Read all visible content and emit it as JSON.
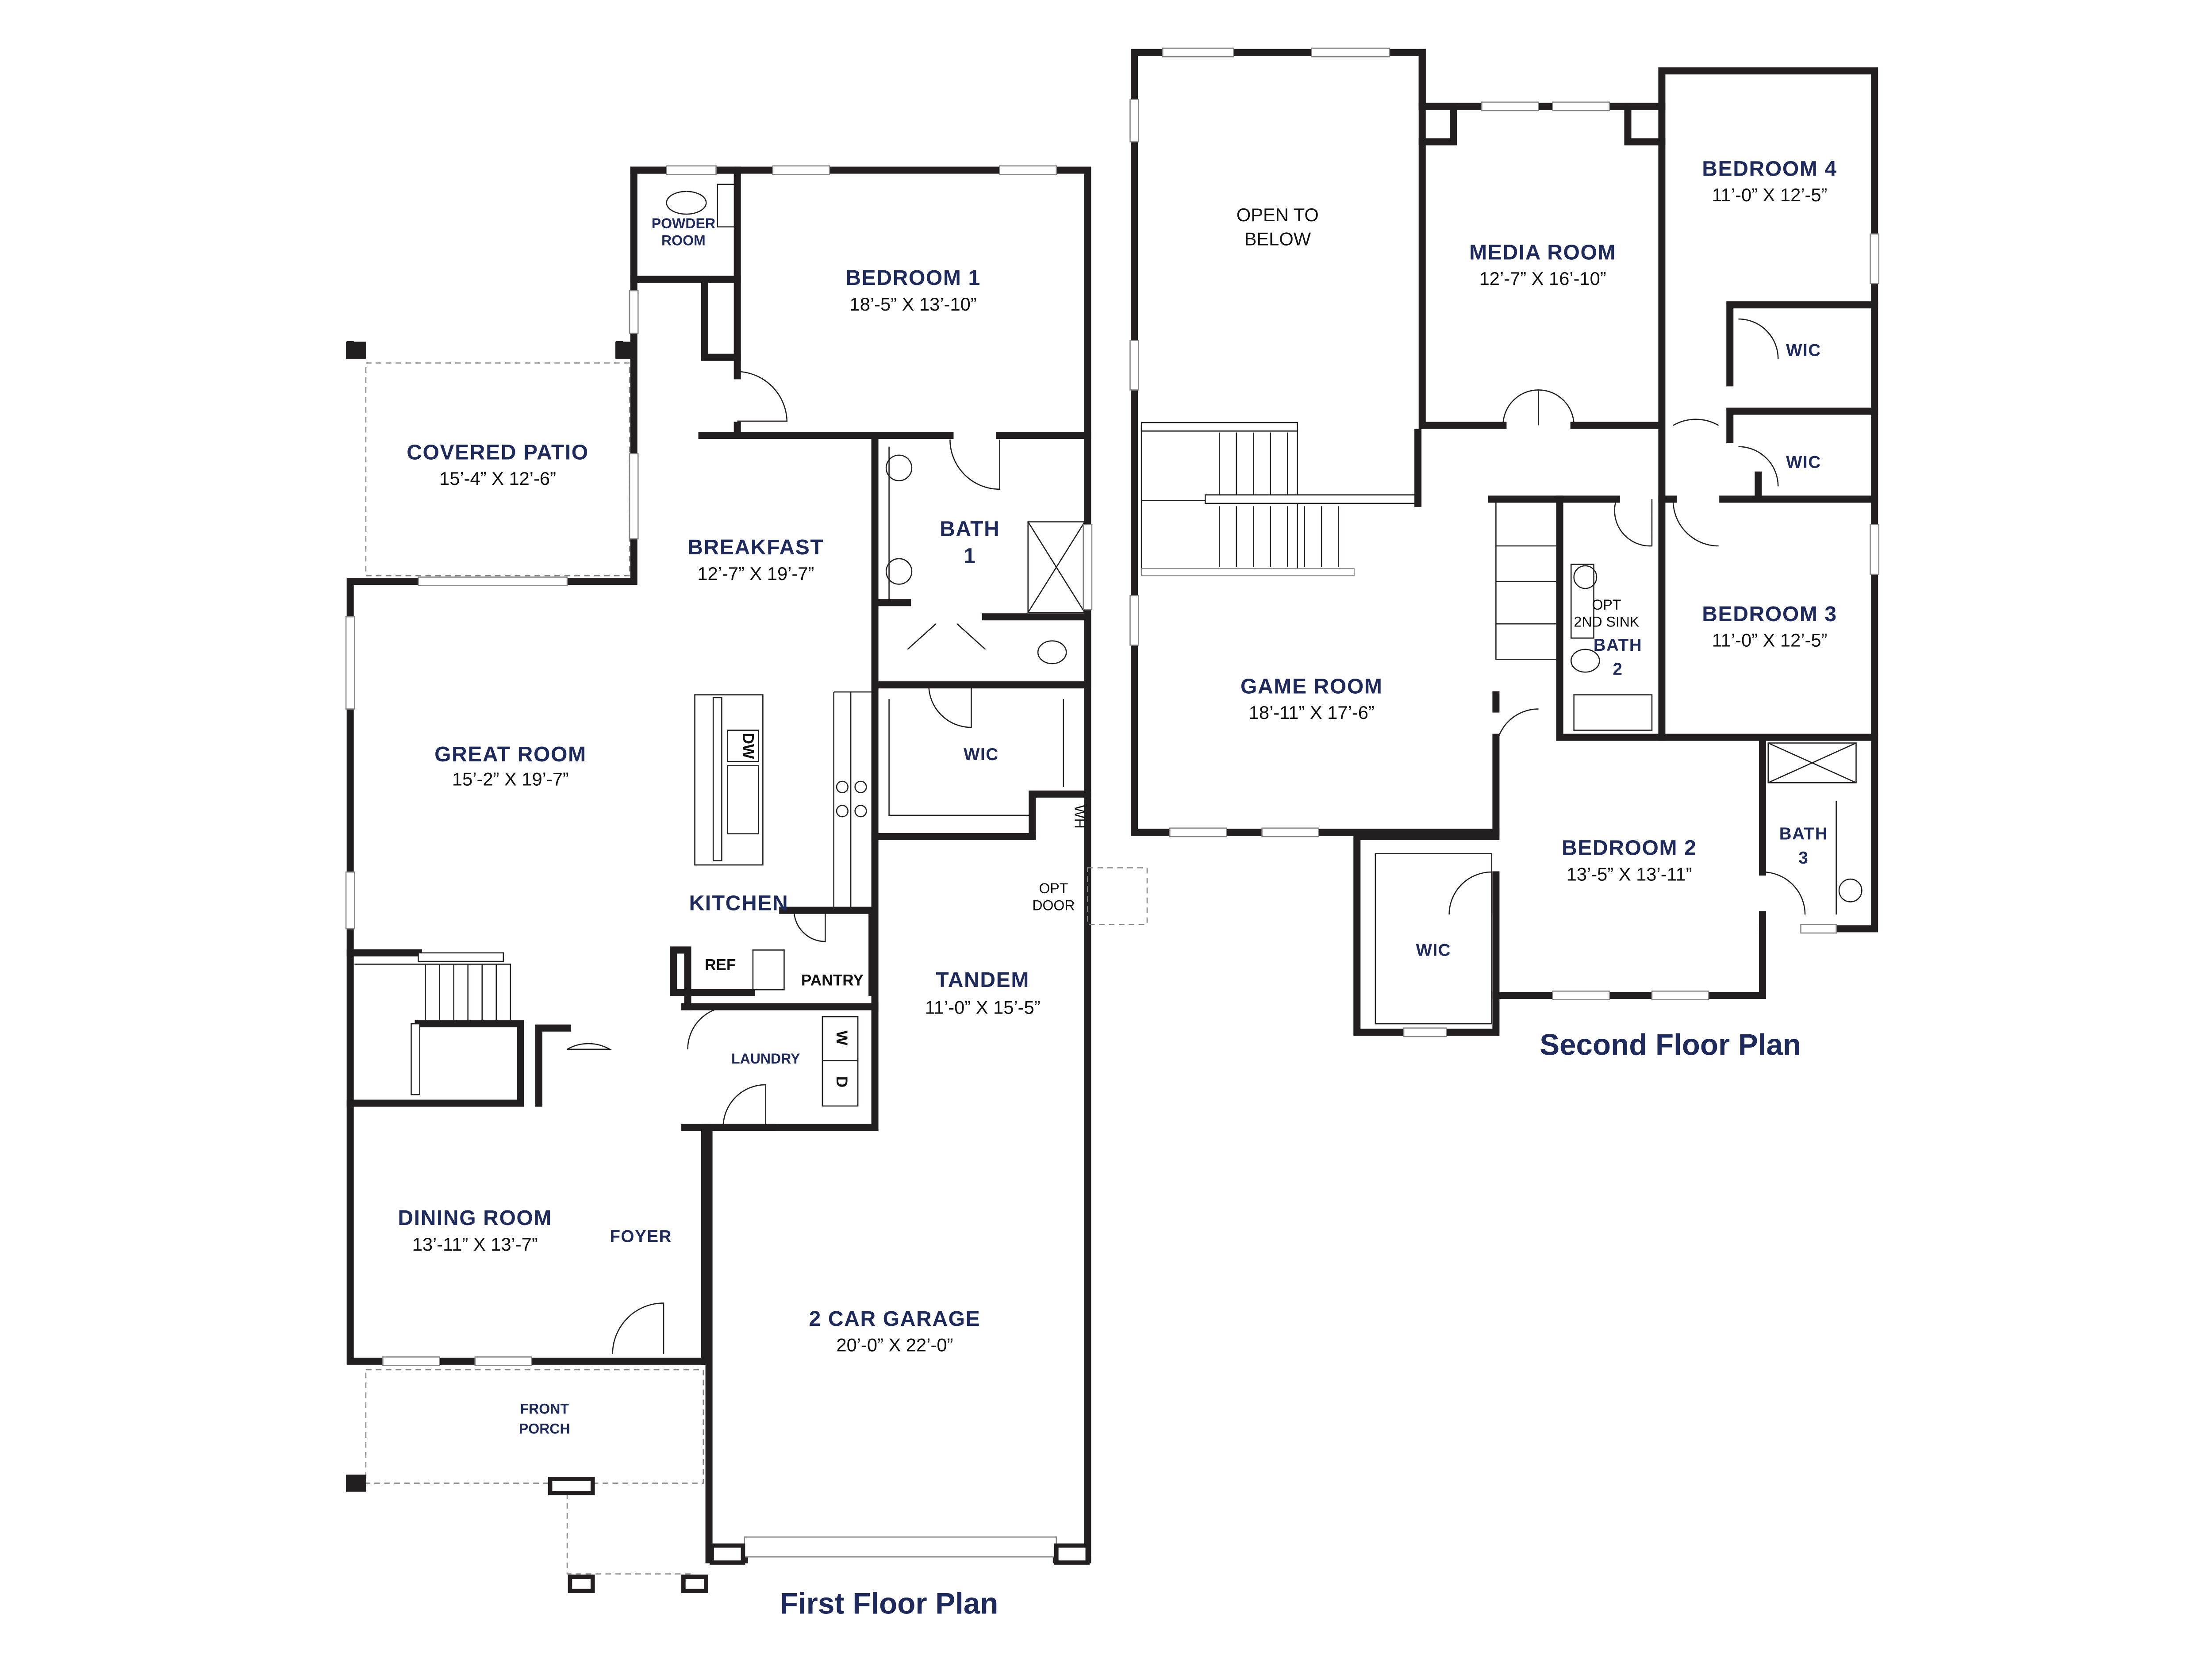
{
  "colors": {
    "room_label": "#1f2a5c",
    "walls": "#231f20",
    "background": "#ffffff"
  },
  "first_floor": {
    "title": "First Floor Plan",
    "rooms": {
      "powder_room": {
        "name_line1": "POWDER",
        "name_line2": "ROOM"
      },
      "bedroom1": {
        "name": "BEDROOM 1",
        "dims": "18’-5” X 13’-10”"
      },
      "covered_patio": {
        "name": "COVERED PATIO",
        "dims": "15’-4” X 12’-6”"
      },
      "breakfast": {
        "name": "BREAKFAST",
        "dims": "12’-7” X 19’-7”"
      },
      "bath1": {
        "name_line1": "BATH",
        "name_line2": "1"
      },
      "great_room": {
        "name": "GREAT ROOM",
        "dims": "15’-2” X 19’-7”"
      },
      "wic": {
        "name": "WIC"
      },
      "kitchen": {
        "name": "KITCHEN"
      },
      "tandem": {
        "name": "TANDEM",
        "dims": "11’-0” X 15’-5”"
      },
      "laundry": {
        "name": "LAUNDRY"
      },
      "dining_room": {
        "name": "DINING ROOM",
        "dims": "13’-11” X 13’-7”"
      },
      "foyer": {
        "name": "FOYER"
      },
      "garage": {
        "name": "2 CAR GARAGE",
        "dims": "20’-0” X 22’-0”"
      },
      "front_porch": {
        "name_line1": "FRONT",
        "name_line2": "PORCH"
      }
    },
    "fixtures": {
      "dishwasher": "DW",
      "refrigerator": "REF",
      "pantry": "PANTRY",
      "washer": "W",
      "dryer": "D",
      "water_heater": "WH",
      "opt_door_line1": "OPT",
      "opt_door_line2": "DOOR"
    }
  },
  "second_floor": {
    "title": "Second Floor Plan",
    "rooms": {
      "open_to_below": {
        "line1": "OPEN TO",
        "line2": "BELOW"
      },
      "media_room": {
        "name": "MEDIA ROOM",
        "dims": "12’-7” X 16’-10”"
      },
      "bedroom4": {
        "name": "BEDROOM 4",
        "dims": "11’-0” X 12’-5”"
      },
      "wic_a": {
        "name": "WIC"
      },
      "wic_b": {
        "name": "WIC"
      },
      "bedroom3": {
        "name": "BEDROOM 3",
        "dims": "11’-0” X 12’-5”"
      },
      "bath2": {
        "name_line1": "BATH",
        "name_line2": "2",
        "note_line1": "OPT",
        "note_line2": "2ND SINK"
      },
      "game_room": {
        "name": "GAME ROOM",
        "dims": "18’-11” X 17’-6”"
      },
      "bedroom2": {
        "name": "BEDROOM 2",
        "dims": "13’-5” X 13’-11”"
      },
      "bath3": {
        "name_line1": "BATH",
        "name_line2": "3"
      },
      "wic_c": {
        "name": "WIC"
      }
    }
  }
}
